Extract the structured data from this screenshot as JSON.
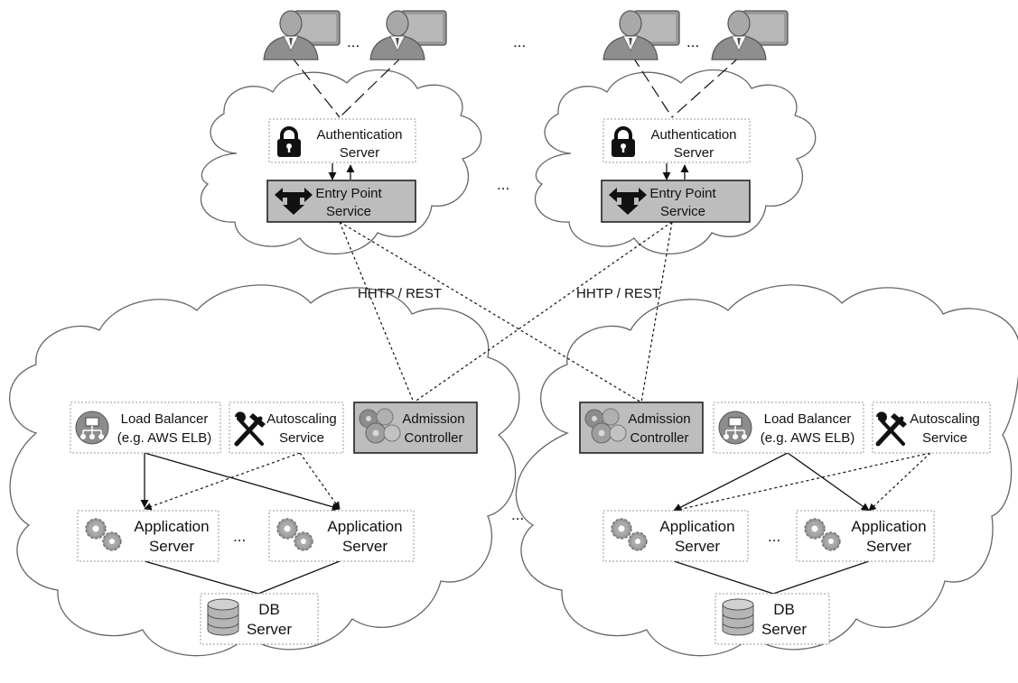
{
  "users": {
    "ellipsis_left": "...",
    "ellipsis_middle": "...",
    "ellipsis_right": "..."
  },
  "edge_clouds": {
    "between_ellipsis": "...",
    "auth_label_1": "Authentication",
    "auth_label_2": "Server",
    "entry_label_1": "Entry Point",
    "entry_label_2": "Service"
  },
  "protocol_label": "HHTP / REST",
  "datacenters": {
    "between_ellipsis": "...",
    "admission_1": "Admission",
    "admission_2": "Controller",
    "lb_1": "Load Balancer",
    "lb_2": "(e.g. AWS ELB)",
    "autoscaling_1": "Autoscaling",
    "autoscaling_2": "Service",
    "app_1": "Application",
    "app_2": "Server",
    "app_ellipsis": "...",
    "db_1": "DB",
    "db_2": "Server"
  },
  "colors": {
    "grey_box": "#bdbdbd",
    "cloud_stroke": "#666666",
    "icon_dark": "#111111"
  }
}
